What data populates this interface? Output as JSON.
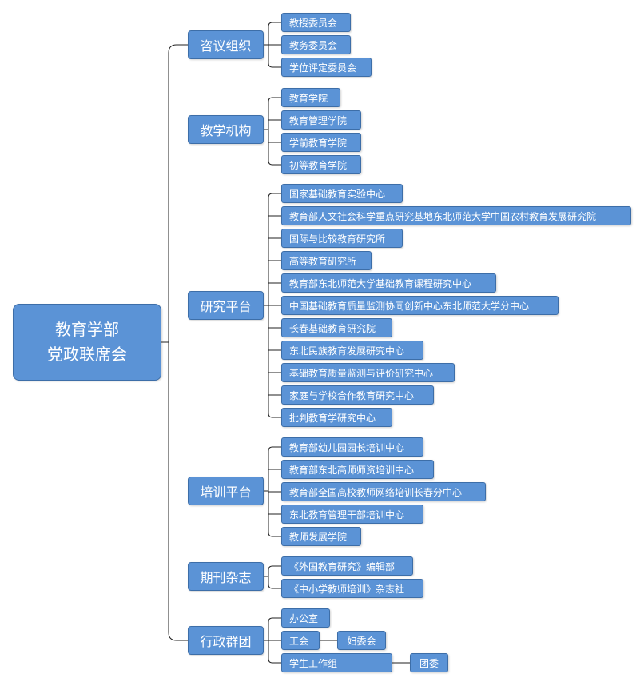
{
  "diagram": {
    "root": {
      "lines": [
        "教育学部",
        "党政联席会"
      ]
    },
    "categories": [
      {
        "label": "咨议组织",
        "items": [
          {
            "label": "教授委员会"
          },
          {
            "label": "教务委员会"
          },
          {
            "label": "学位评定委员会"
          }
        ]
      },
      {
        "label": "教学机构",
        "items": [
          {
            "label": "教育学院"
          },
          {
            "label": "教育管理学院"
          },
          {
            "label": "学前教育学院"
          },
          {
            "label": "初等教育学院"
          }
        ]
      },
      {
        "label": "研究平台",
        "items": [
          {
            "label": "国家基础教育实验中心"
          },
          {
            "label": "教育部人文社会科学重点研究基地东北师范大学中国农村教育发展研究院"
          },
          {
            "label": "国际与比较教育研究所"
          },
          {
            "label": "高等教育研究所"
          },
          {
            "label": "教育部东北师范大学基础教育课程研究中心"
          },
          {
            "label": "中国基础教育质量监测协同创新中心东北师范大学分中心"
          },
          {
            "label": "长春基础教育研究院"
          },
          {
            "label": "东北民族教育发展研究中心"
          },
          {
            "label": "基础教育质量监测与评价研究中心"
          },
          {
            "label": "家庭与学校合作教育研究中心"
          },
          {
            "label": "批判教育学研究中心"
          }
        ]
      },
      {
        "label": "培训平台",
        "items": [
          {
            "label": "教育部幼儿园园长培训中心"
          },
          {
            "label": "教育部东北高师师资培训中心"
          },
          {
            "label": "教育部全国高校教师网络培训长春分中心"
          },
          {
            "label": "东北教育管理干部培训中心"
          },
          {
            "label": "教师发展学院"
          }
        ]
      },
      {
        "label": "期刊杂志",
        "items": [
          {
            "label": "《外国教育研究》编辑部"
          },
          {
            "label": "《中小学教师培训》杂志社"
          }
        ]
      },
      {
        "label": "行政群团",
        "items": [
          {
            "label": "办公室"
          },
          {
            "label": "工会",
            "sub": "妇委会"
          },
          {
            "label": "学生工作组",
            "sub": "团委"
          }
        ]
      }
    ]
  }
}
